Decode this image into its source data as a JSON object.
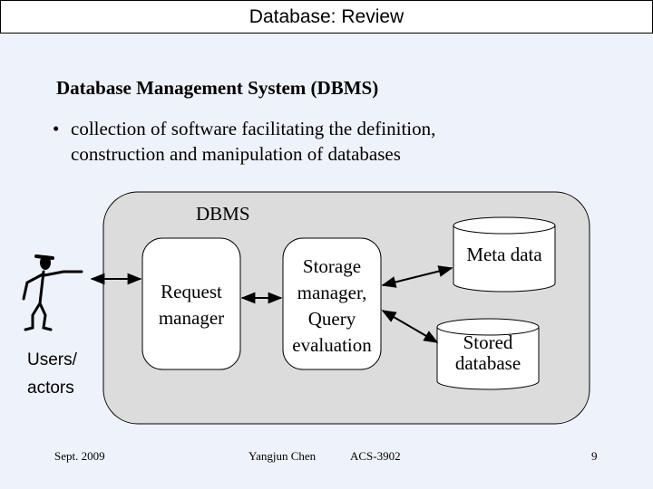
{
  "slide": {
    "title": "Database: Review",
    "heading": "Database Management System (DBMS)",
    "bullet": {
      "line1": "collection of software facilitating the definition,",
      "line2": "construction and manipulation of databases"
    }
  },
  "diagram": {
    "dbms_label": "DBMS",
    "users_label": [
      "Users/",
      "actors"
    ],
    "request_manager": [
      "Request",
      "manager"
    ],
    "storage_manager": [
      "Storage",
      "manager,",
      "Query",
      "evaluation"
    ],
    "meta_data": "Meta data",
    "stored_database": [
      "Stored",
      "database"
    ],
    "icons": {
      "actor": "stick-figure-pointing-icon",
      "meta_data": "cylinder-icon",
      "stored_database": "cylinder-icon"
    }
  },
  "footer": {
    "date": "Sept. 2009",
    "author": "Yangjun Chen",
    "course": "ACS-3902",
    "page": "9"
  },
  "colors": {
    "background": "#eef2fa",
    "title_bar": "#ffffff",
    "dbms_box": "#dcdcdc",
    "component_fill": "#ffffff"
  }
}
